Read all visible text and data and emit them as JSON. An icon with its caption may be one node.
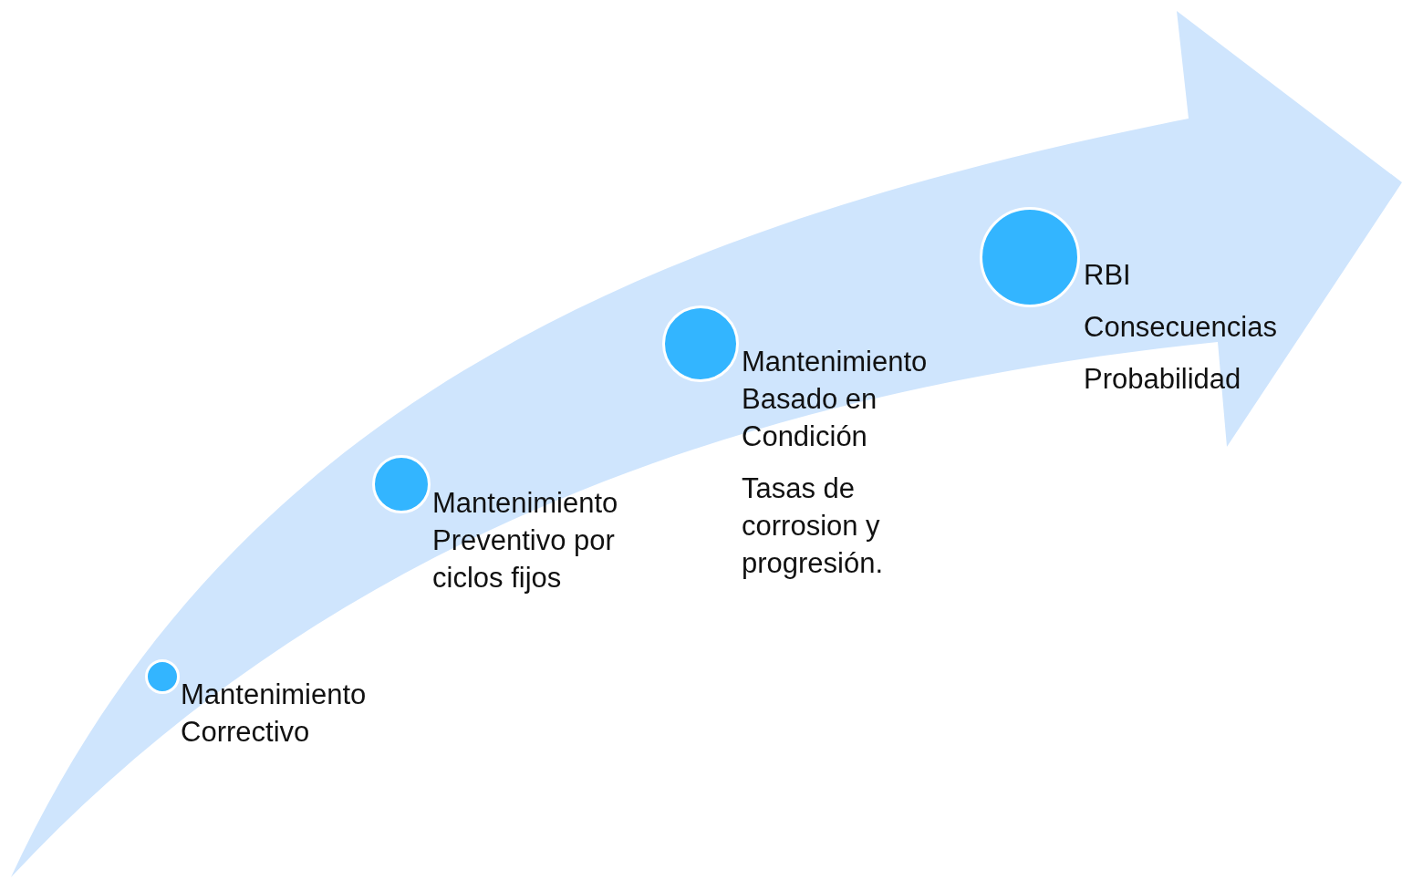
{
  "diagram": {
    "nodes": [
      {
        "text": [],
        "shape": "circle",
        "beside": [
          "Mantenimiento Correctivo"
        ]
      },
      {
        "text": [],
        "shape": "circle",
        "beside": [
          "Mantenimiento Preventivo por ciclos fijos"
        ]
      },
      {
        "text": [],
        "shape": "circle",
        "beside": [
          "Mantenimiento Basado en Condición",
          "Tasas de corrosion y progresión."
        ]
      },
      {
        "text": [],
        "shape": "circle",
        "beside": [
          "RBI",
          "Consecuencias",
          "Probabilidad"
        ]
      }
    ],
    "edges": []
  }
}
